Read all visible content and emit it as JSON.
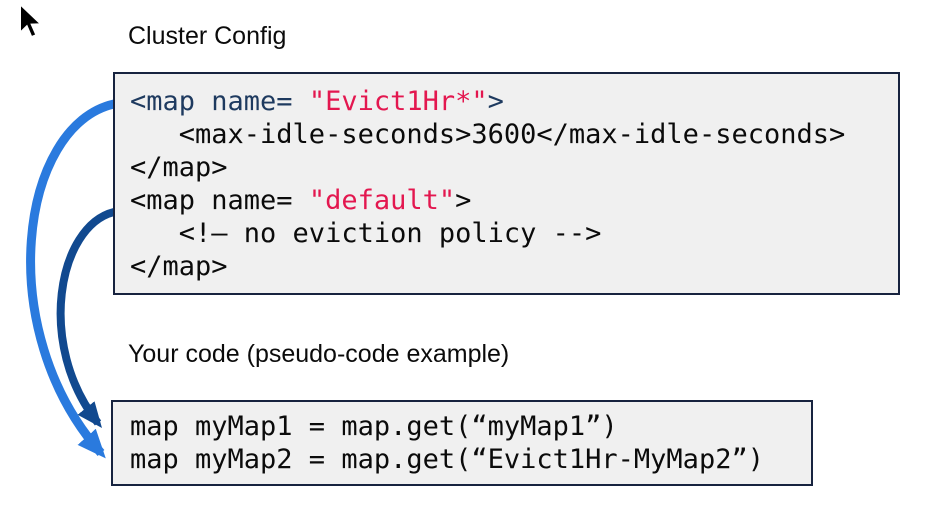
{
  "colors": {
    "box_border": "#17233f",
    "box_bg": "#f0f0f0",
    "code_black": "#0b0b0b",
    "code_navy": "#1e3a5f",
    "code_red": "#e3174f",
    "arrow_blue": "#2a7ade",
    "arrow_navy": "#11498f",
    "cursor_black": "#000000"
  },
  "cluster_config": {
    "title": "Cluster Config",
    "code_lines": [
      [
        {
          "t": "<map name= ",
          "c": "navy"
        },
        {
          "t": "\"Evict1Hr*\"",
          "c": "red"
        },
        {
          "t": ">",
          "c": "navy"
        }
      ],
      [
        {
          "t": "   <max-idle-seconds>3600</max-idle-seconds>",
          "c": "black"
        }
      ],
      [
        {
          "t": "</map>",
          "c": "black"
        }
      ],
      [
        {
          "t": "<map name= ",
          "c": "black"
        },
        {
          "t": "\"default\"",
          "c": "red"
        },
        {
          "t": ">",
          "c": "black"
        }
      ],
      [
        {
          "t": "   <!– no eviction policy -->",
          "c": "black"
        }
      ],
      [
        {
          "t": "</map>",
          "c": "black"
        }
      ]
    ]
  },
  "your_code": {
    "title": "Your code (pseudo-code example)",
    "code_lines": [
      [
        {
          "t": "map myMap1 = map.get(“myMap1”)",
          "c": "black"
        }
      ],
      [
        {
          "t": "map myMap2 = map.get(“Evict1Hr-MyMap2”)",
          "c": "black"
        }
      ]
    ]
  },
  "arrows": {
    "evict_to_mymap2": "links Evict1Hr* config to map.get(Evict1Hr-MyMap2)",
    "default_to_mymap1": "links default config to map.get(myMap1)"
  }
}
